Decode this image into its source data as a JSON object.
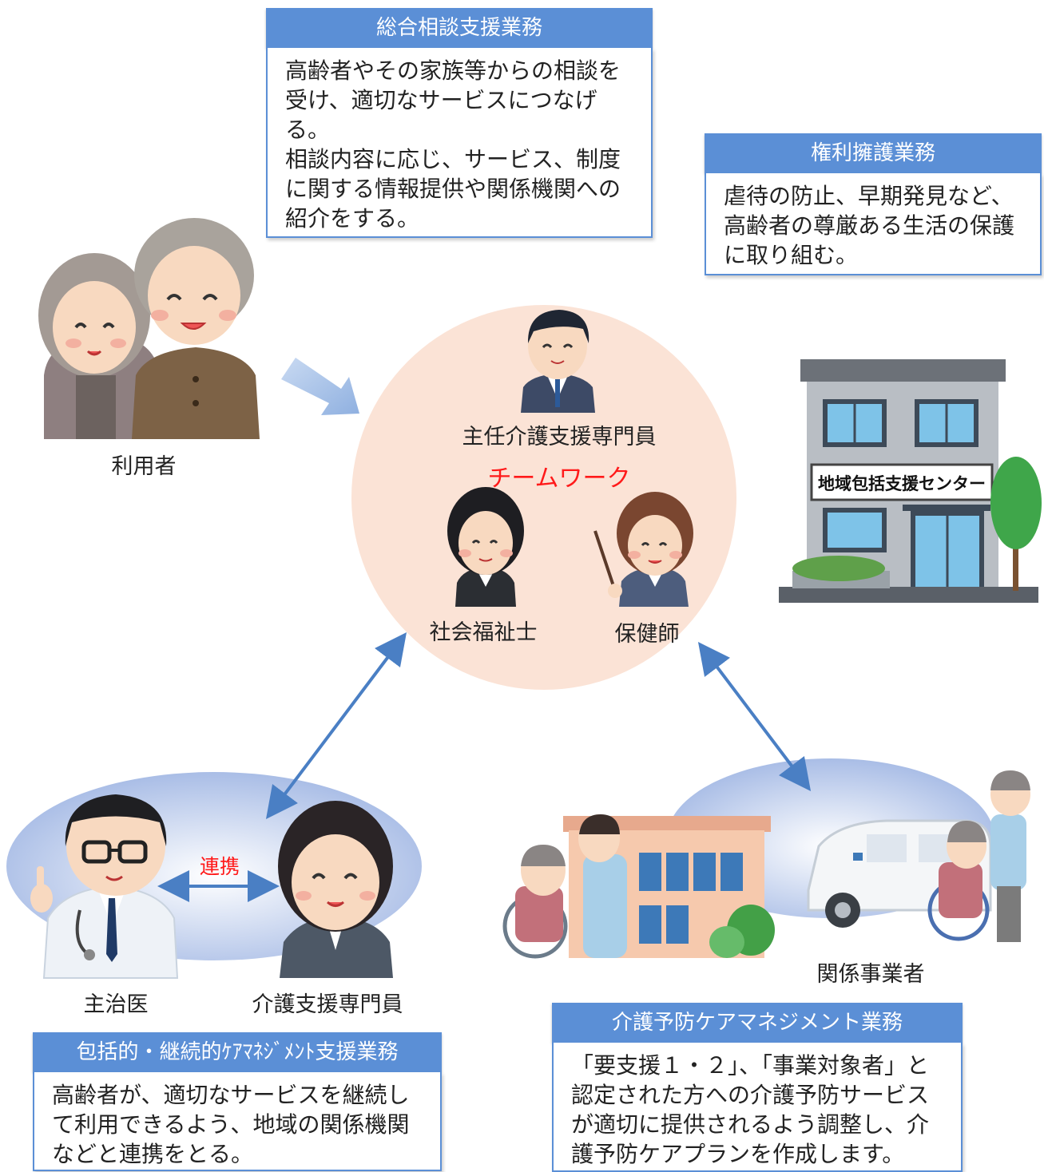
{
  "boxes": {
    "general_consult": {
      "title": "総合相談支援業務",
      "body": "高齢者やその家族等からの相談を受け、適切なサービスにつなげる。\n相談内容に応じ、サービス、制度に関する情報提供や関係機関への紹介をする。"
    },
    "rights_advocacy": {
      "title": "権利擁護業務",
      "body": "虐待の防止、早期発見など、高齢者の尊厳ある生活の保護に取り組む。"
    },
    "continuous_care": {
      "title": "包括的・継続的ｹｱﾏﾈｼﾞﾒﾝﾄ支援業務",
      "body": "高齢者が、適切なサービスを継続して利用できるよう、地域の関係機関などと連携をとる。"
    },
    "prevention_care": {
      "title": "介護予防ケアマネジメント業務",
      "body": "「要支援１・２」、「事業対象者」と認定された方への介護予防サービスが適切に提供されるよう調整し、介護予防ケアプランを作成します。"
    }
  },
  "labels": {
    "users": "利用者",
    "chief_care_manager": "主任介護支援専門員",
    "teamwork": "チームワーク",
    "social_worker": "社会福祉士",
    "public_health_nurse": "保健師",
    "attending_physician": "主治医",
    "care_manager": "介護支援専門員",
    "cooperation": "連携",
    "related_providers": "関係事業者",
    "center_sign": "地域包括支援センター"
  },
  "colors": {
    "box_header": "#5b8fd6",
    "team_circle": "#fbe3d6",
    "arrow": "#4a7fc4",
    "accent_red": "#ff1a1a"
  }
}
